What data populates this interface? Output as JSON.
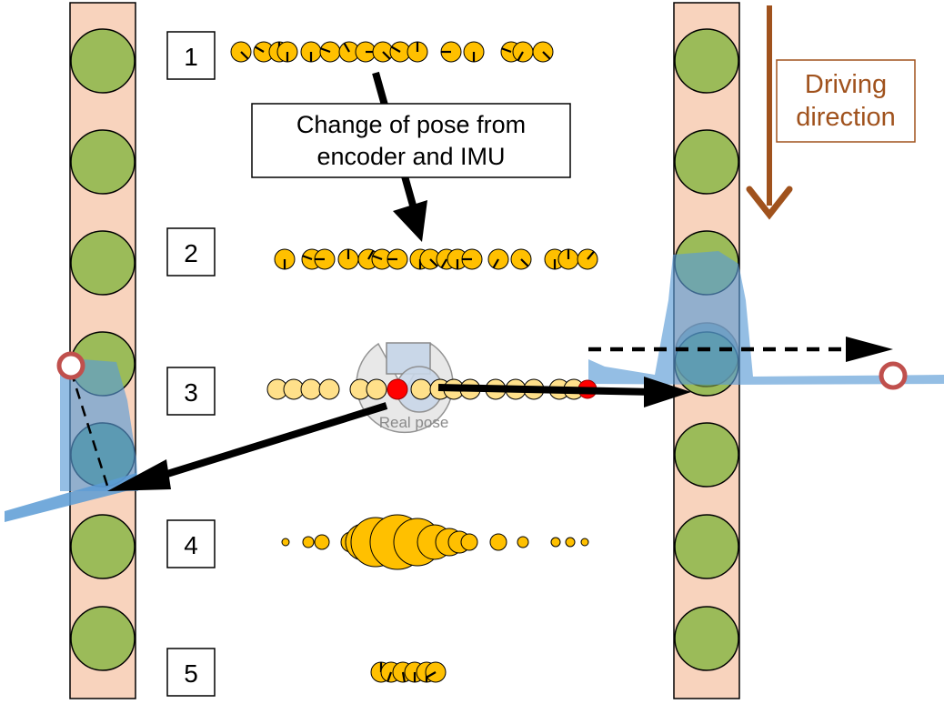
{
  "steps": [
    "1",
    "2",
    "3",
    "4",
    "5"
  ],
  "callout": {
    "line1": "Change of pose from",
    "line2": "encoder and IMU"
  },
  "driving_direction": {
    "line1": "Driving",
    "line2": "direction"
  },
  "real_pose_label": "Real pose",
  "colors": {
    "tree_strip": "#f8d3bd",
    "tree": "#9bbb59",
    "particle": "#ffc000",
    "particle_light": "#ffe08a",
    "laser": "#5b9bd5",
    "arrow_dir": "#a0521d",
    "red_point": "#ff0000",
    "end_marker": "#c0504d"
  },
  "icons": [
    "tree-trunk-icon",
    "particle-icon",
    "robot-icon",
    "end-marker-icon"
  ]
}
